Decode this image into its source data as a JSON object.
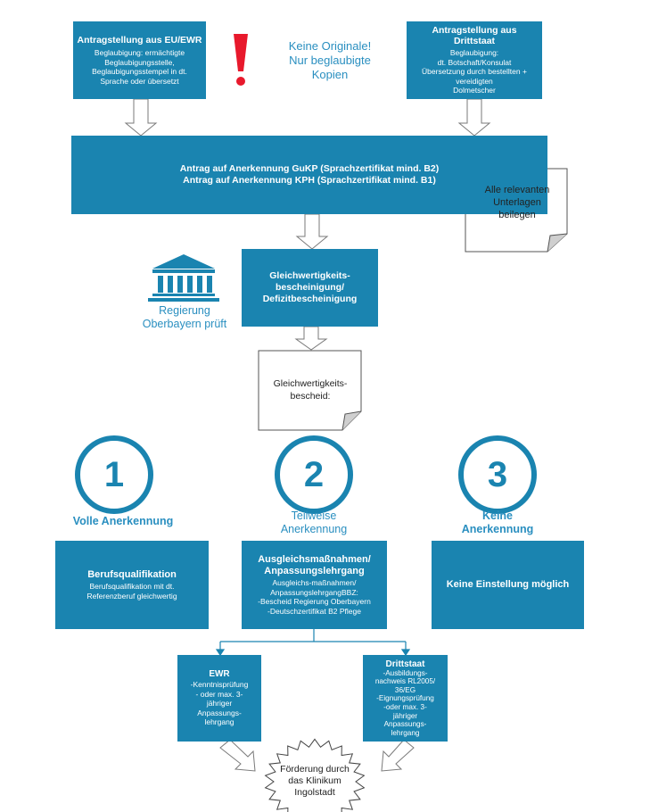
{
  "top_left": {
    "title": "Antragstellung aus EU/EWR",
    "lines": [
      "Beglaubigung: ermächtigte",
      "Beglaubigungsstelle,",
      "Beglaubigungsstempel in dt.",
      "Sprache oder übersetzt"
    ]
  },
  "warning": {
    "mark": "!",
    "text_line1": "Keine Originale!",
    "text_line2": "Nur beglaubigte",
    "text_line3": "Kopien"
  },
  "top_right": {
    "title_line1": "Antragstellung aus",
    "title_line2": "Drittstaat",
    "lines": [
      "Beglaubigung:",
      "dt. Botschaft/Konsulat",
      "Übersetzung durch bestellten +",
      "vereidigten",
      "Dolmetscher"
    ]
  },
  "application": {
    "line1": "Antrag auf Anerkennung GuKP (Sprachzertifikat mind. B2)",
    "line2": "Antrag auf Anerkennung KPH (Sprachzertifikat mind. B1)"
  },
  "attachments_note": {
    "line1": "Alle relevanten",
    "line2": "Unterlagen",
    "line3": "beilegen"
  },
  "government": {
    "line1": "Regierung",
    "line2": "Oberbayern prüft"
  },
  "equivalence": {
    "line1": "Gleichwertigkeits-",
    "line2": "bescheinigung/",
    "line3": "Defizitbescheinigung"
  },
  "decision_note": {
    "line1": "Gleichwertigkeits-",
    "line2": "bescheid:"
  },
  "outcomes": [
    {
      "number": "1",
      "label_line1": "Volle Anerkennung",
      "label_line2": ""
    },
    {
      "number": "2",
      "label_line1": "Teilweise",
      "label_line2": "Anerkennung"
    },
    {
      "number": "3",
      "label_line1": "Keine",
      "label_line2": "Anerkennung"
    }
  ],
  "full_box": {
    "title": "Berufsqualifikation",
    "line1": "Berufsqualifikation mit dt.",
    "line2": "Referenzberuf gleichwertig"
  },
  "partial_box": {
    "title_line1": "Ausgleichsmaßnahmen/",
    "title_line2": "Anpassungslehrgang",
    "line1": "Ausgleichs-maßnahmen/",
    "line2": "AnpassungslehrgangBBZ:",
    "line3": "-Bescheid Regierung Oberbayern",
    "line4": "-Deutschzertifikat B2 Pflege"
  },
  "none_box": {
    "title": "Keine Einstellung möglich"
  },
  "ewr_box": {
    "title": "EWR",
    "lines": [
      "-Kenntnisprüfung",
      "- oder max. 3-",
      "jähriger",
      "Anpassungs-",
      "lehrgang"
    ]
  },
  "third_box": {
    "title": "Drittstaat",
    "lines": [
      "-Ausbildungs-",
      "nachweis RL2005/",
      "36/EG",
      "-Eignungsprüfung",
      "-oder max. 3-",
      "jähriger",
      "Anpassungs-",
      "lehrgang"
    ]
  },
  "funding": {
    "line1": "Förderung durch",
    "line2": "das Klinikum",
    "line3": "Ingolstadt"
  },
  "colors": {
    "box": "#1a84b0",
    "circle": "#1a84b0",
    "warning": "#e8192c",
    "label": "#2a8fc0"
  }
}
